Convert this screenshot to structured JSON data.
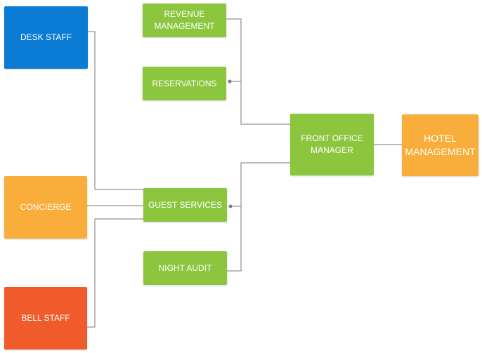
{
  "colors": {
    "blue": "#0a7cd6",
    "orange": "#f9ad3a",
    "red": "#ef5b2a",
    "green": "#8cc63f",
    "connector": "#7a7a7a"
  },
  "nodes": {
    "desk_staff": {
      "label": "DESK STAFF",
      "color": "#0a7cd6"
    },
    "concierge": {
      "label": "CONCIERGE",
      "color": "#f9ad3a"
    },
    "bell_staff": {
      "label": "BELL STAFF",
      "color": "#ef5b2a"
    },
    "revenue": {
      "label": "REVENUE\nMANAGEMENT",
      "color": "#8cc63f"
    },
    "reservations": {
      "label": "RESERVATIONS",
      "color": "#8cc63f"
    },
    "guest": {
      "label": "GUEST SERVICES",
      "color": "#8cc63f"
    },
    "night": {
      "label": "NIGHT AUDIT",
      "color": "#8cc63f"
    },
    "front_office": {
      "label": "FRONT OFFICE\nMANAGER",
      "color": "#8cc63f"
    },
    "hotel": {
      "label": "HOTEL\nMANAGEMENT",
      "color": "#f9ad3a"
    }
  },
  "edges": [
    {
      "from": "desk_staff",
      "to": "guest"
    },
    {
      "from": "concierge",
      "to": "guest"
    },
    {
      "from": "bell_staff",
      "to": "guest"
    },
    {
      "from": "revenue",
      "to": "front_office"
    },
    {
      "from": "reservations",
      "to": "front_office"
    },
    {
      "from": "guest",
      "to": "front_office"
    },
    {
      "from": "night",
      "to": "front_office"
    },
    {
      "from": "front_office",
      "to": "hotel"
    }
  ]
}
